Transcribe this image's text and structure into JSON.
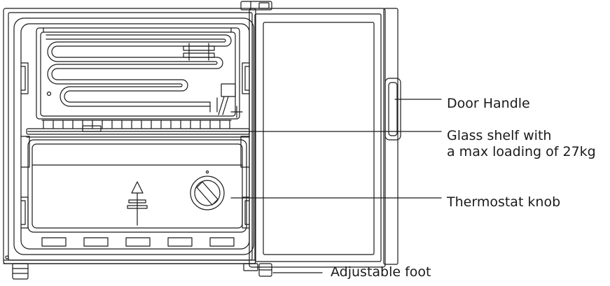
{
  "callouts": {
    "door_handle": {
      "lines": [
        "Door Handle"
      ]
    },
    "glass_shelf": {
      "lines": [
        "Glass shelf with",
        "a max loading of 27kg"
      ]
    },
    "thermostat_knob": {
      "lines": [
        "Thermostat knob"
      ]
    },
    "adjustable_foot": {
      "lines": [
        "Adjustable foot"
      ]
    }
  },
  "colors": {
    "line": "#1a1a1a",
    "fill": "#ffffff"
  }
}
